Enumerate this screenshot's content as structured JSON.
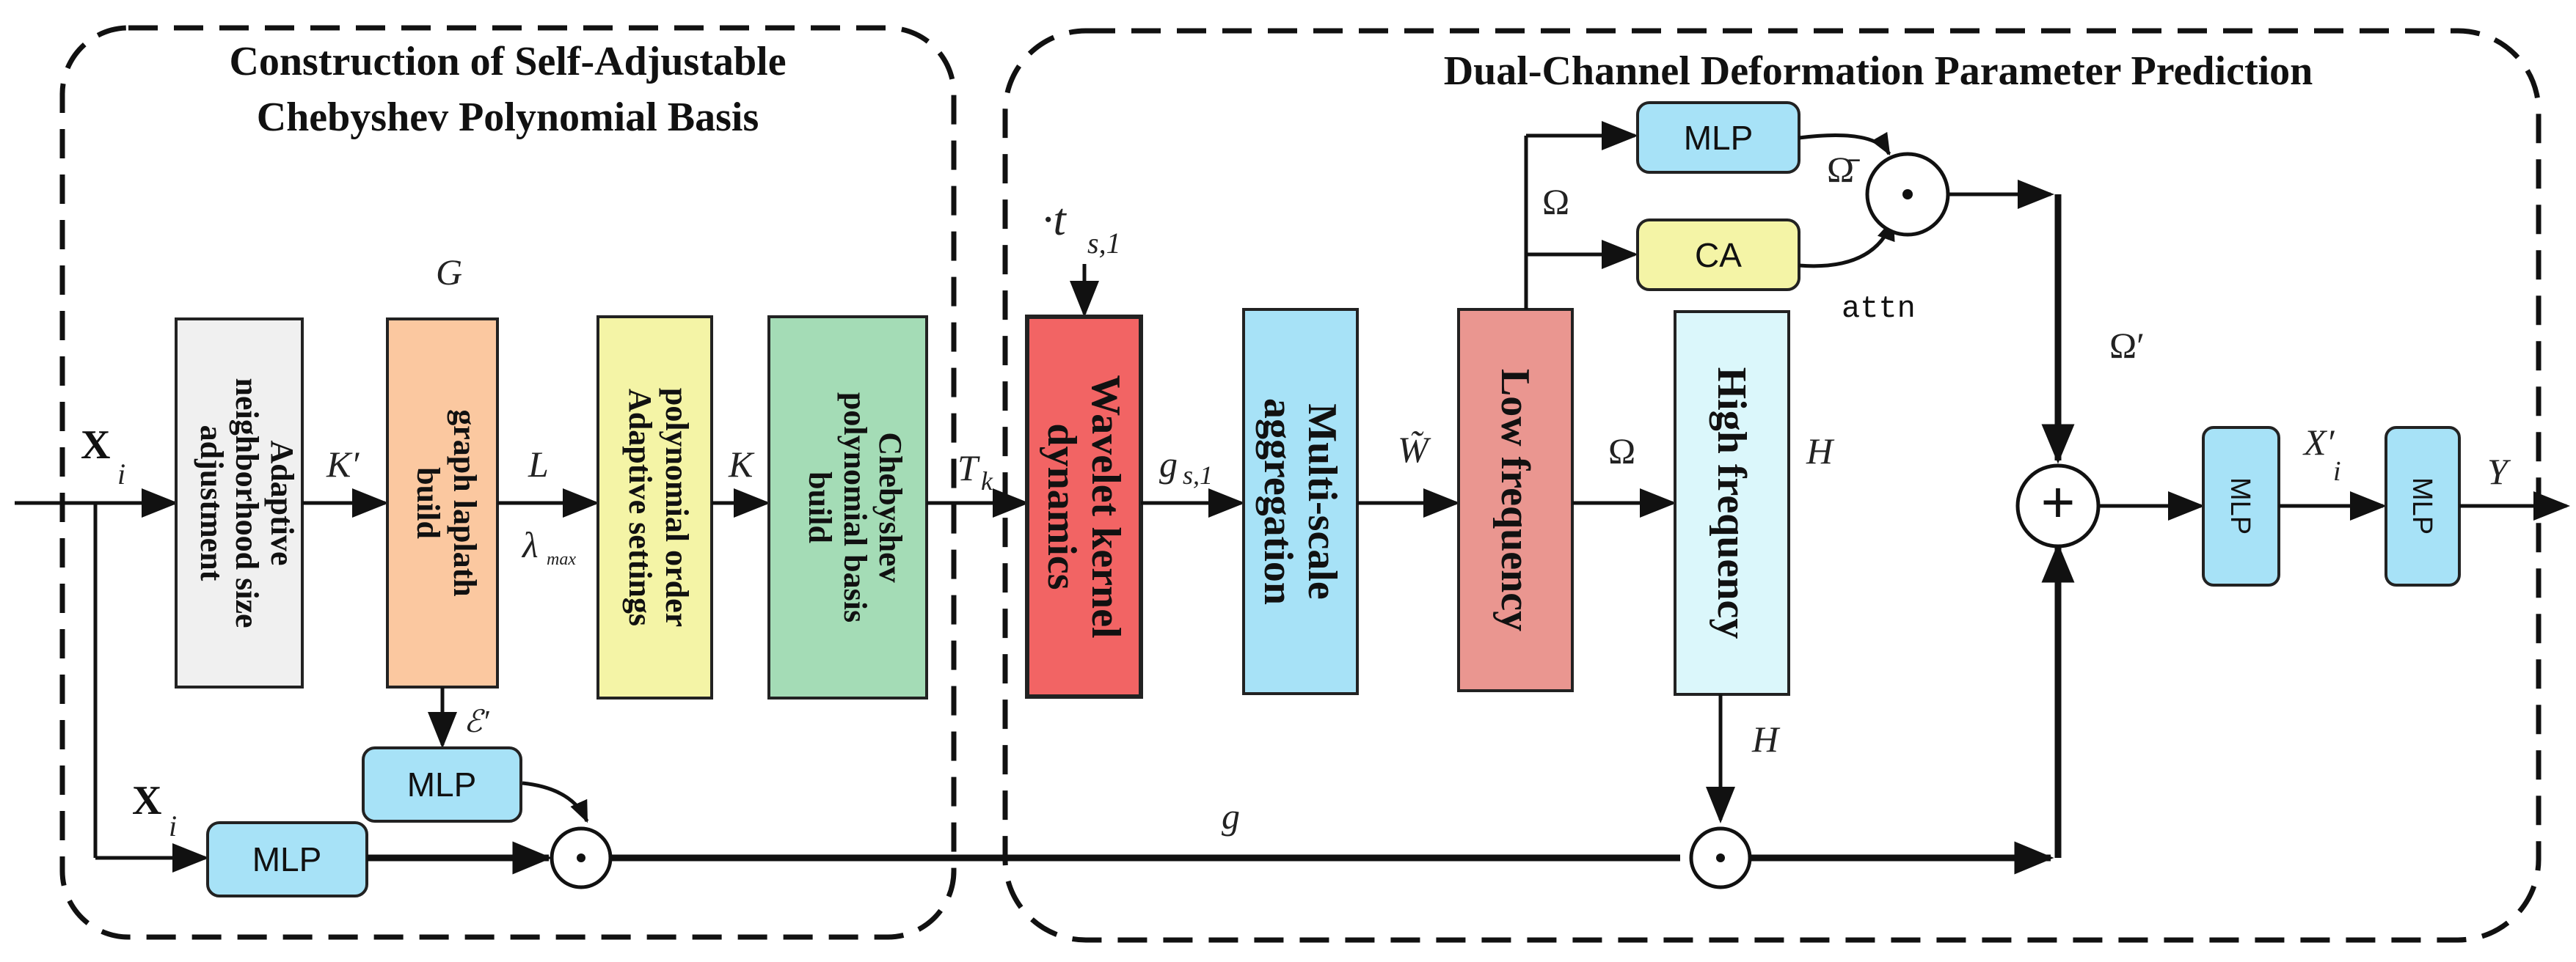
{
  "regions": {
    "left_title_line1": "Construction of Self-Adjustable",
    "left_title_line2": "Chebyshev Polynomial Basis",
    "right_title": "Dual-Channel Deformation Parameter Prediction"
  },
  "blocks": {
    "adaptive": {
      "line1": "Adaptive",
      "line2": "neighborhood size",
      "line3": "adjustment",
      "color": "#f0f0f0"
    },
    "laplace": {
      "line1": "graph laplath",
      "line2": "build",
      "color": "#fbc8a0"
    },
    "poly_order": {
      "line1": "polynomial order",
      "line2": "Adaptive settings",
      "color": "#f4f4a6"
    },
    "chebyshev": {
      "line1": "Chebyshev",
      "line2": "polynomial basis",
      "line3": "build",
      "color": "#a4dcb6"
    },
    "wavelet": {
      "line1": "Wavelet kernel",
      "line2": "dynamics",
      "color": "#f26464"
    },
    "multiscale": {
      "line1": "Multi-scale",
      "line2": "aggregation",
      "color": "#a7e2f7"
    },
    "low_freq": {
      "label": "Low frequency",
      "color": "#ea9690"
    },
    "high_freq": {
      "label": "High frequency",
      "color": "#dbf7fb"
    },
    "mlp_top": {
      "label": "MLP",
      "color": "#a7e2f7"
    },
    "ca": {
      "label": "CA",
      "color": "#f4f4a6"
    },
    "mlp_laplace": {
      "label": "MLP",
      "color": "#a7e2f7"
    },
    "mlp_bottom": {
      "label": "MLP",
      "color": "#a7e2f7"
    },
    "mlp_out1": {
      "label": "MLP",
      "color": "#a7e2f7"
    },
    "mlp_out2": {
      "label": "MLP",
      "color": "#a7e2f7"
    }
  },
  "symbols": {
    "xi": "X",
    "xi_sub": "i",
    "xi_bottom": "X",
    "xi_bottom_sub": "i",
    "G": "G",
    "K_prime": "K′",
    "L": "L",
    "lambda_max": "λ",
    "lambda_sub": "max",
    "K": "K",
    "T_k": "T",
    "T_k_sub": "k",
    "t_s1": "·t",
    "t_s1_sub": "s,1",
    "g_s1": "g",
    "g_s1_sub": "s,1",
    "W_tilde": "W̃",
    "omega_low": "Ω",
    "omega_top": "Ω",
    "omega_bar": "Ω̄",
    "omega_prime": "Ω′",
    "H_top": "H",
    "H_bottom": "H",
    "attn": "attn",
    "eps_prime": "ℰ′",
    "g": "g",
    "X_prime": "X′",
    "X_prime_sub": "i",
    "Y": "Y",
    "odot": "⊙",
    "oplus": "+"
  }
}
